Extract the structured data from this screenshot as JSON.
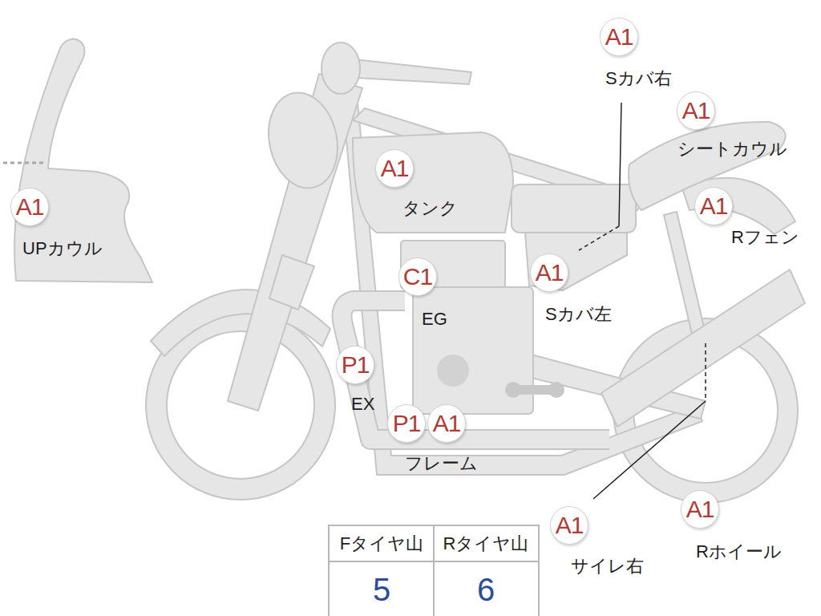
{
  "diagram": {
    "nodes": [
      {
        "text": [
          "A1",
          "Sカバ右"
        ]
      },
      {
        "text": [
          "A1",
          "シートカウル"
        ]
      },
      {
        "text": [
          "A1",
          "タンク"
        ]
      },
      {
        "text": [
          "A1",
          "UPカウル"
        ]
      },
      {
        "text": [
          "A1",
          "Rフェン"
        ]
      },
      {
        "text": [
          "C1",
          "EG"
        ]
      },
      {
        "text": [
          "A1",
          "Sカバ左"
        ]
      },
      {
        "text": [
          "P1",
          "EX"
        ]
      },
      {
        "text": [
          "P1"
        ]
      },
      {
        "text": [
          "A1",
          "フレーム"
        ]
      },
      {
        "text": [
          "A1",
          "サイレ右"
        ]
      },
      {
        "text": [
          "A1",
          "Rホイール"
        ]
      }
    ],
    "edges": [],
    "labels": [
      "Fタイヤ山",
      "Rタイヤ山",
      "5",
      "6"
    ]
  }
}
